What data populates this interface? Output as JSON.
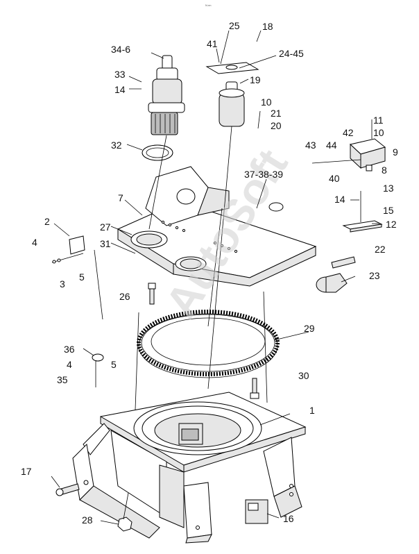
{
  "header_mark": "N.nn",
  "watermark": "AutoSoft",
  "callouts": {
    "c25": "25",
    "c18": "18",
    "c41": "41",
    "c34_6": "34-6",
    "c24_45": "24-45",
    "c33": "33",
    "c19": "19",
    "c14a": "14",
    "c10a": "10",
    "c21": "21",
    "c20": "20",
    "c11": "11",
    "c10b": "10",
    "c42": "42",
    "c43": "43",
    "c44": "44",
    "c9": "9",
    "c32": "32",
    "c40": "40",
    "c8": "8",
    "c37_38_39": "37-38-39",
    "c13": "13",
    "c7": "7",
    "c14b": "14",
    "c15": "15",
    "c12": "12",
    "c2": "2",
    "c27": "27",
    "c4a": "4",
    "c31": "31",
    "c22": "22",
    "c3": "3",
    "c5a": "5",
    "c23": "23",
    "c26": "26",
    "c29": "29",
    "c36": "36",
    "c4b": "4",
    "c5b": "5",
    "c35": "35",
    "c30": "30",
    "c1": "1",
    "c17": "17",
    "c28": "28",
    "c16": "16"
  }
}
